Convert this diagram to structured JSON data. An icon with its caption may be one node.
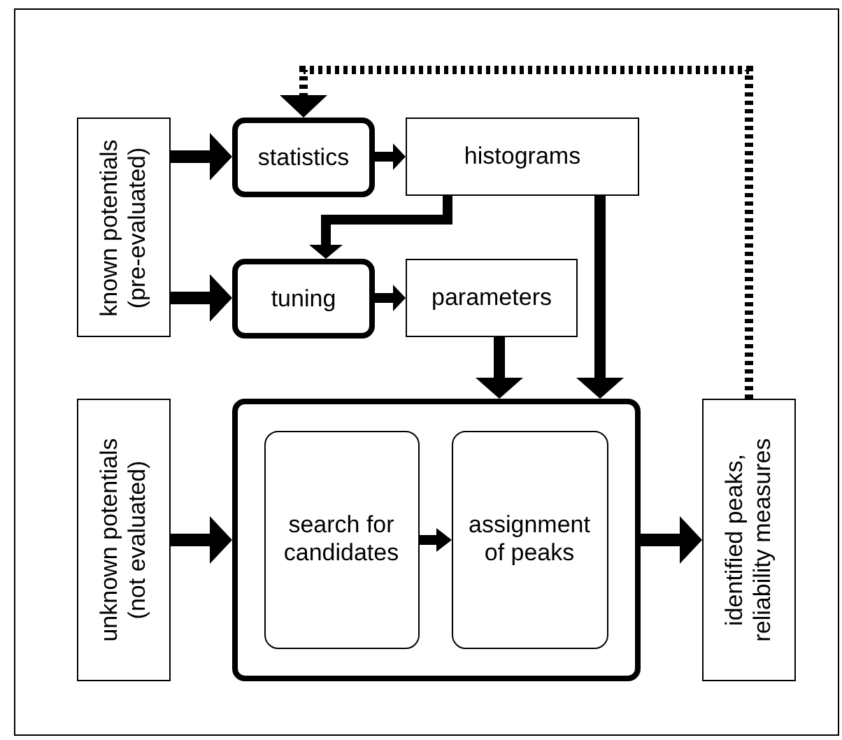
{
  "diagram": {
    "nodes": [
      {
        "text": [
          "known potentials (pre-evaluated)"
        ]
      },
      {
        "text": [
          "statistics"
        ]
      },
      {
        "text": [
          "histograms"
        ]
      },
      {
        "text": [
          "tuning"
        ]
      },
      {
        "text": [
          "parameters"
        ]
      },
      {
        "text": [
          "unknown potentials (not evaluated)"
        ]
      },
      {
        "text": [],
        "shape": "box"
      },
      {
        "text": [
          "search for candidates"
        ],
        "in": 6
      },
      {
        "text": [
          "assignment of peaks"
        ],
        "in": 6
      },
      {
        "text": [
          "identified peaks, reliability measures"
        ]
      }
    ],
    "edges": [
      {
        "from": 0,
        "to": 1,
        "arrow": "to"
      },
      {
        "from": 0,
        "to": 3,
        "arrow": "to"
      },
      {
        "from": 1,
        "to": 2,
        "arrow": "to"
      },
      {
        "from": 3,
        "to": 4,
        "arrow": "to"
      },
      {
        "from": 2,
        "to": 3,
        "arrow": "to"
      },
      {
        "from": 4,
        "to": 6,
        "arrow": "to"
      },
      {
        "from": 2,
        "to": 6,
        "arrow": "to"
      },
      {
        "from": 5,
        "to": 6,
        "arrow": "to"
      },
      {
        "from": 7,
        "to": 8,
        "arrow": "to"
      },
      {
        "from": 6,
        "to": 9,
        "arrow": "to"
      },
      {
        "from": 9,
        "to": 1,
        "arrow": "to",
        "style": "dashed"
      }
    ]
  }
}
